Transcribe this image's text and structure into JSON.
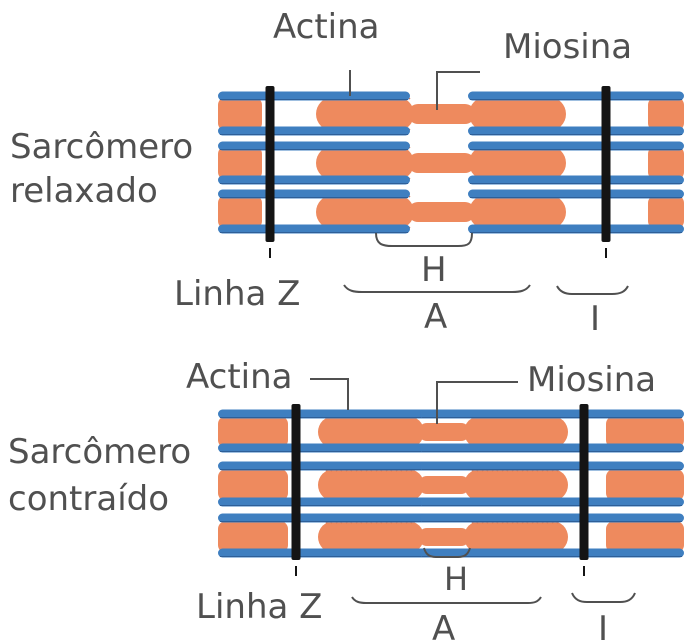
{
  "colors": {
    "myosin": "#EE8A5E",
    "myosin_stroke": "#D8724A",
    "actin": "#3F7FC0",
    "actin_edge": "#2E5F98",
    "zline": "#141414",
    "bracket": "#505050",
    "text": "#505050"
  },
  "relaxed": {
    "title_line1": "Sarcômero",
    "title_line2": "relaxado",
    "actin_label": "Actina",
    "myosin_label": "Miosina",
    "zline_label": "Linha Z",
    "h_label": "H",
    "a_label": "A",
    "i_label": "I"
  },
  "contracted": {
    "title_line1": "Sarcômero",
    "title_line2": "contraído",
    "actin_label": "Actina",
    "myosin_label": "Miosina",
    "zline_label": "Linha Z",
    "h_label": "H",
    "a_label": "A",
    "i_label": "I"
  }
}
